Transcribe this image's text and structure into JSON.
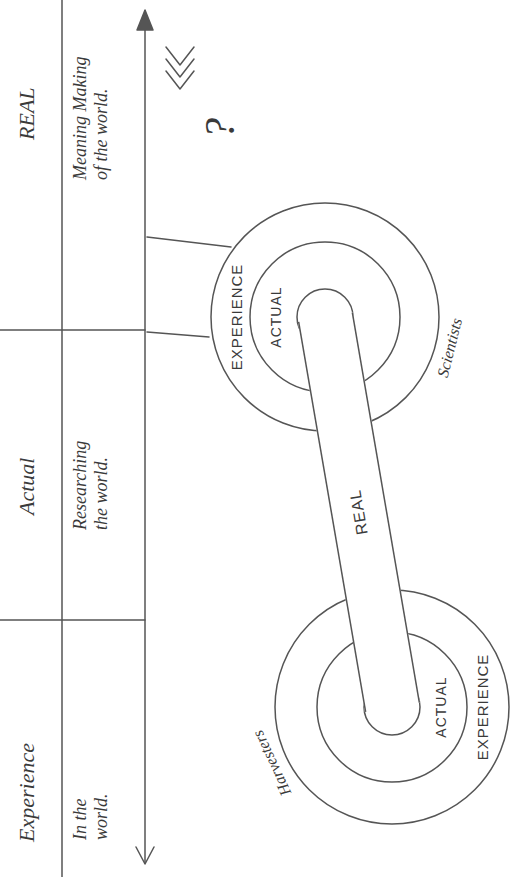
{
  "diagram": {
    "nodes": [
      {
        "text": [
          "Harvesters",
          "EXPERIENCE"
        ]
      },
      {
        "text": [
          "ACTUAL"
        ],
        "in": 0
      },
      {
        "text": [
          "Scientists",
          "EXPERIENCE"
        ]
      },
      {
        "text": [
          "ACTUAL"
        ],
        "in": 2
      },
      {
        "text": [
          "REAL"
        ]
      }
    ],
    "labels": [
      "Experience",
      "Actual",
      "REAL",
      "In the world.",
      "Researching the world.",
      "Meaning Making of the world.",
      "?"
    ]
  }
}
